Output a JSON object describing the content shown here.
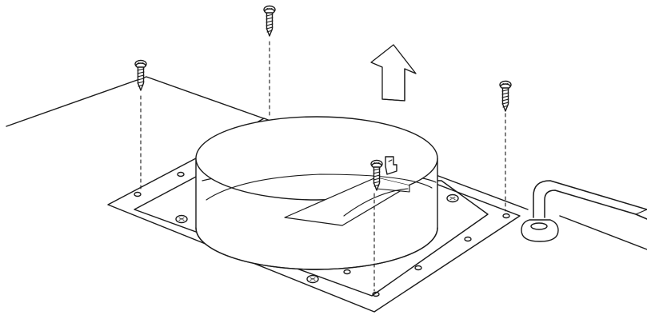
{
  "figure": {
    "kind": "installation-diagram",
    "line_color": "#1a1a1a",
    "fill_color": "#ffffff",
    "parts": {
      "ceiling_panel": "ceiling-panel",
      "mounting_plate": "mounting-plate",
      "duct_collar": "duct-collar",
      "damper_flap": "damper-flap",
      "power_cable": "power-cable",
      "cable_grommet": "cable-grommet",
      "direction_arrow": "up-arrow-icon",
      "screws": [
        "screw-top-center",
        "screw-top-left",
        "screw-right",
        "screw-damper"
      ]
    }
  }
}
